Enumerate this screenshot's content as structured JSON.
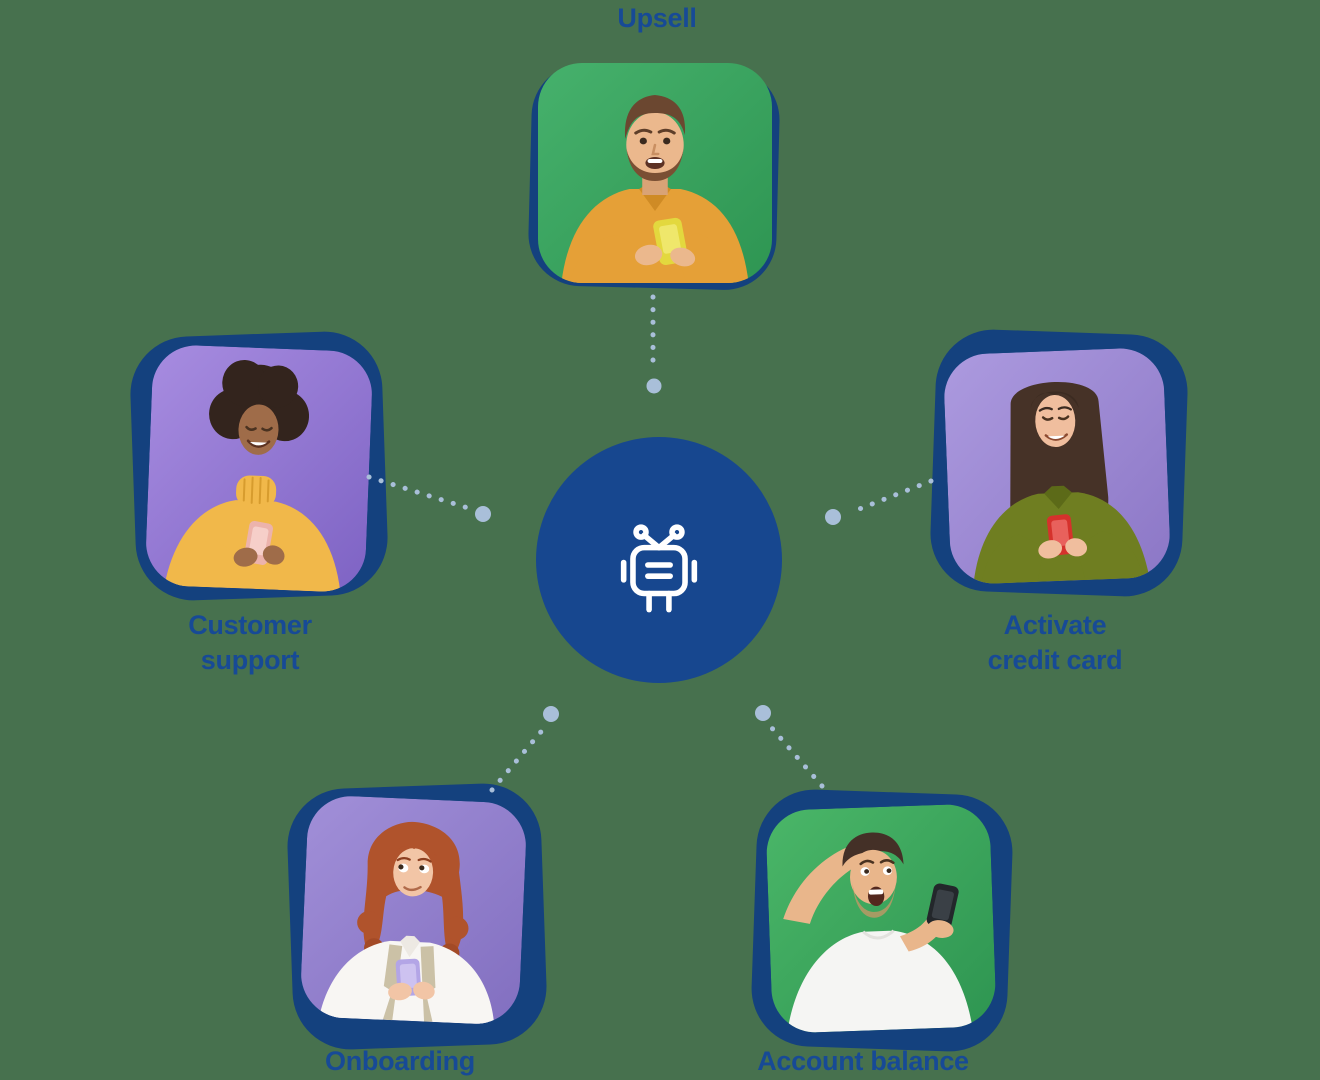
{
  "title": "Chatbot use cases diagram",
  "colors": {
    "page_bg": "#47714E",
    "brand_blue": "#17478F",
    "frame_blue": "#14417E",
    "label_blue": "#174A96",
    "connector_dot": "#A9BFD9",
    "green_card": "#3EA562",
    "purple_card": "#8F76D2",
    "light_purple_card": "#A091D8"
  },
  "center": {
    "icon": "robot-chatbot-icon"
  },
  "nodes": {
    "upsell": {
      "label": "Upsell",
      "photo": "man-mustard-shirt-yellow-phone"
    },
    "customer_support": {
      "line1": "Customer",
      "line2": "support",
      "photo": "woman-afro-yellow-sweater-pink-phone"
    },
    "activate_credit_card": {
      "line1": "Activate",
      "line2": "credit card",
      "photo": "woman-olive-shirt-red-phone"
    },
    "onboarding": {
      "label": "Onboarding",
      "photo": "woman-redhead-white-shirt-purple-phone"
    },
    "account_balance": {
      "label": "Account balance",
      "photo": "man-white-tshirt-black-phone-hand-on-head"
    }
  }
}
